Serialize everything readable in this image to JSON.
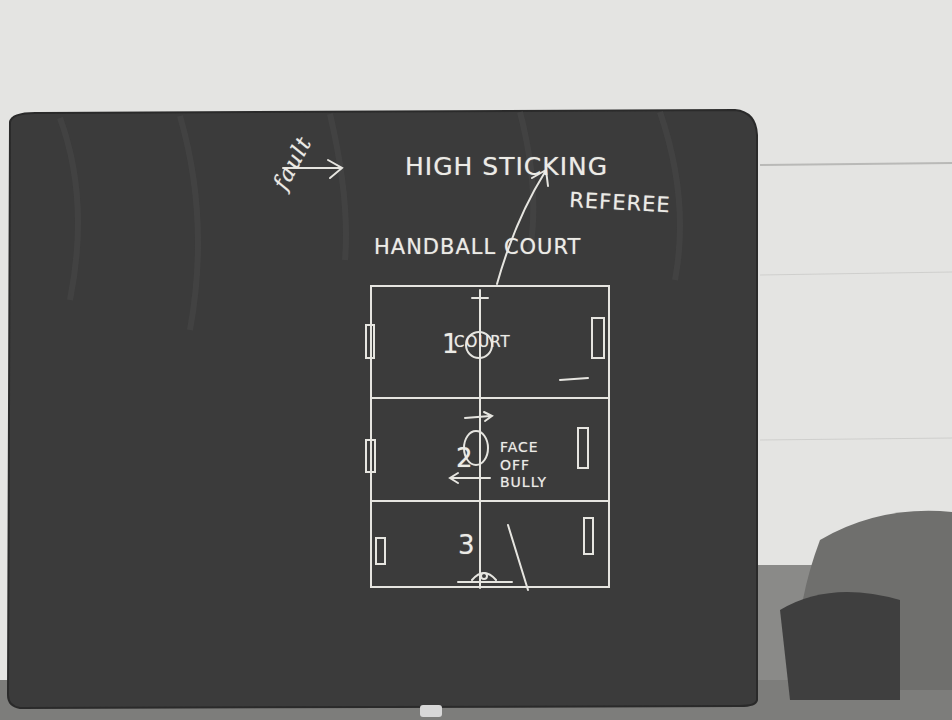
{
  "diagram": {
    "nodes": [
      {
        "text": [
          "HANDBALL COURT"
        ]
      },
      {
        "text": [
          "1",
          "COURT"
        ],
        "in": 0
      },
      {
        "text": [
          "2",
          "FACE OFF BULLY"
        ],
        "in": 0
      },
      {
        "text": [
          "3"
        ],
        "in": 0
      }
    ],
    "labels": [
      "fault",
      "HIGH STICKING",
      "REFEREE"
    ]
  }
}
